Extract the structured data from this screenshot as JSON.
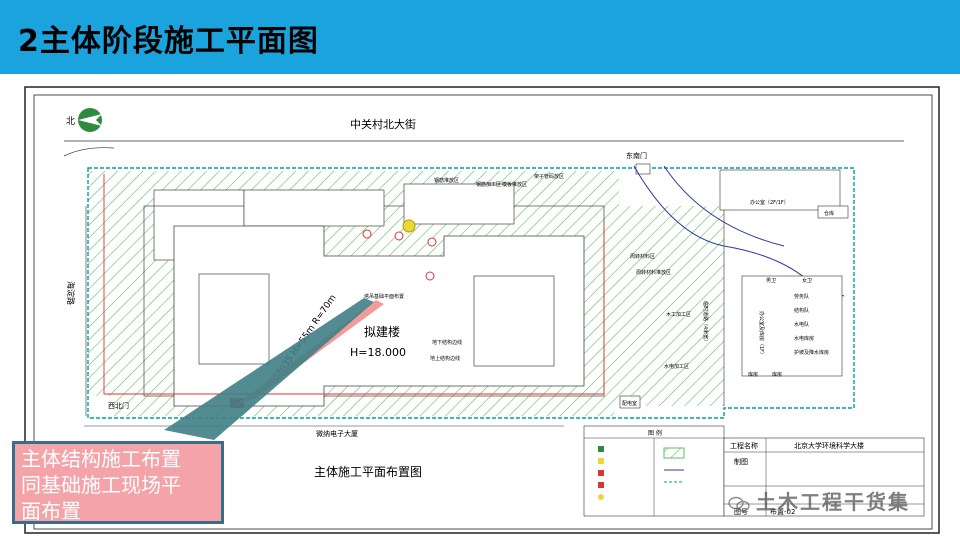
{
  "slide_title": "2主体阶段施工平面图",
  "plan": {
    "north": "北",
    "street_top": "中关村北大街",
    "road_left": "海淀路",
    "building_bottom": "微纳电子大厦",
    "drawing_title": "主体施工平面布置图",
    "building_name": "拟建楼",
    "building_height": "H=18.000",
    "crane_label": "TC7035 H=55m R=70m",
    "crane_note": "塔吊基础平面布置",
    "gate_east_south": "东南门",
    "gate_west_north": "西北门",
    "power_room": "配电室",
    "office": "办公室（2F/1F）",
    "storage": "仓库",
    "site_road": "临时道路（4米宽）",
    "office2": "办公室及库房（1F）",
    "toilet_m": "男卫",
    "toilet_f": "女卫",
    "labor": "劳务队",
    "rooms": [
      "结构队",
      "水电队",
      "水电库房",
      "护坡及降水库房",
      "库房",
      "库房"
    ],
    "small_labels": [
      "钢筋加工区",
      "模板堆放区",
      "周转材料区",
      "木工加工区",
      "水电加工区",
      "地下结构边线",
      "地上结构边线",
      "钢筋堆放区",
      "架子管码放区",
      "周转材料堆放区"
    ]
  },
  "title_block": {
    "legend_title": "图  例",
    "project_label": "工程名称",
    "project_name": "北京大学环境科学大楼",
    "drawn_label": "制图",
    "drawing_no_label": "图号",
    "drawing_no": "布置-02"
  },
  "callout": {
    "lines": [
      "主体结构施工布置",
      "同基础施工现场平",
      "面布置"
    ]
  },
  "watermark": "土木工程干货集",
  "colors": {
    "header": "#1aa3dd",
    "callout_bg": "#f4a3a9",
    "hatch": "#5fbf5f",
    "fence": "#00a0a0"
  }
}
